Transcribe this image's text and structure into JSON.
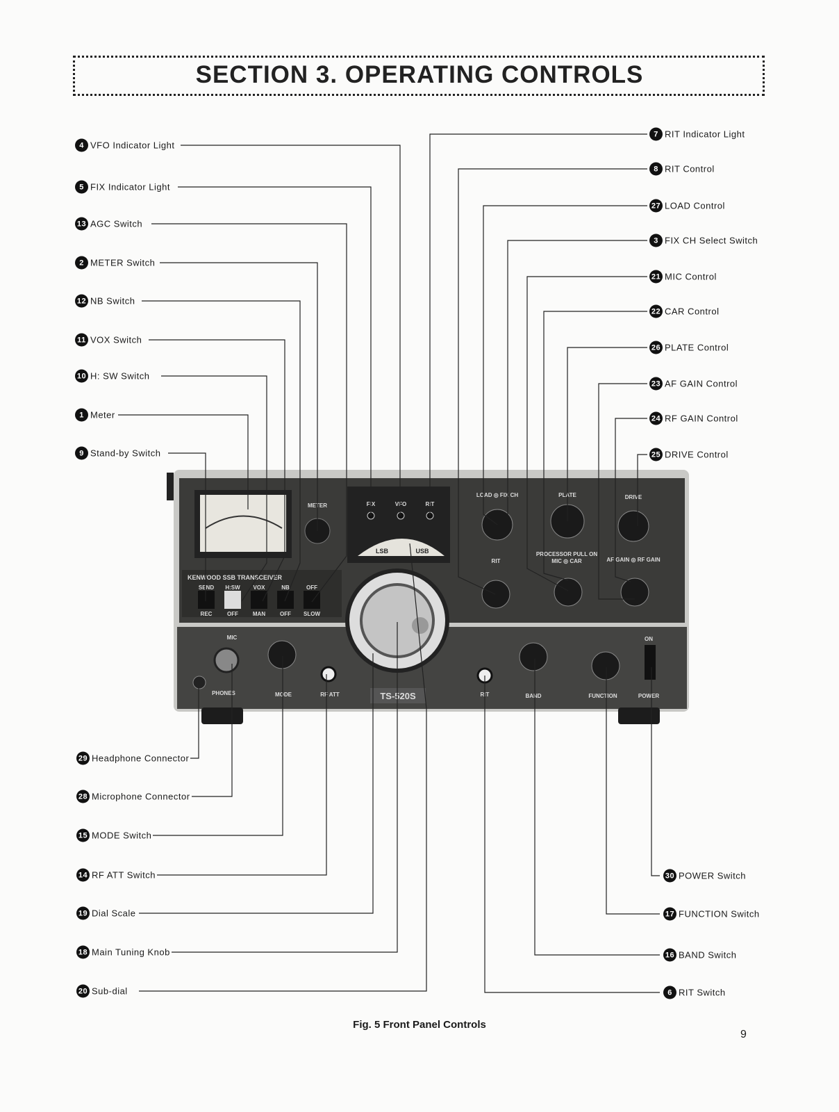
{
  "title": "SECTION 3. OPERATING CONTROLS",
  "caption": "Fig. 5 Front Panel Controls",
  "page_number": "9",
  "labels_left": [
    {
      "num": "4",
      "text": "VFO Indicator Light"
    },
    {
      "num": "5",
      "text": "FIX Indicator Light"
    },
    {
      "num": "13",
      "text": "AGC Switch"
    },
    {
      "num": "2",
      "text": "METER Switch"
    },
    {
      "num": "12",
      "text": "NB Switch"
    },
    {
      "num": "11",
      "text": "VOX Switch"
    },
    {
      "num": "10",
      "text": "H: SW Switch"
    },
    {
      "num": "1",
      "text": "Meter"
    },
    {
      "num": "9",
      "text": "Stand-by Switch"
    }
  ],
  "labels_right": [
    {
      "num": "7",
      "text": "RIT Indicator Light"
    },
    {
      "num": "8",
      "text": "RIT Control"
    },
    {
      "num": "27",
      "text": "LOAD Control"
    },
    {
      "num": "3",
      "text": "FIX CH Select Switch"
    },
    {
      "num": "21",
      "text": "MIC Control"
    },
    {
      "num": "22",
      "text": "CAR Control"
    },
    {
      "num": "26",
      "text": "PLATE Control"
    },
    {
      "num": "23",
      "text": "AF GAIN Control"
    },
    {
      "num": "24",
      "text": "RF GAIN Control"
    },
    {
      "num": "25",
      "text": "DRIVE Control"
    }
  ],
  "labels_bottom_left": [
    {
      "num": "29",
      "text": "Headphone Connector"
    },
    {
      "num": "28",
      "text": "Microphone Connector"
    },
    {
      "num": "15",
      "text": "MODE Switch"
    },
    {
      "num": "14",
      "text": "RF ATT Switch"
    },
    {
      "num": "19",
      "text": "Dial Scale"
    },
    {
      "num": "18",
      "text": "Main Tuning Knob"
    },
    {
      "num": "20",
      "text": "Sub-dial"
    }
  ],
  "labels_bottom_right": [
    {
      "num": "30",
      "text": "POWER Switch"
    },
    {
      "num": "17",
      "text": "FUNCTION Switch"
    },
    {
      "num": "16",
      "text": "BAND Switch"
    },
    {
      "num": "6",
      "text": "RIT Switch"
    }
  ],
  "panel": {
    "brand": "KENWOOD SSB TRANSCEIVER",
    "model": "TS-520S",
    "meter": "METER",
    "fix": "FIX",
    "vfo": "VFO",
    "rit_lamp": "RIT",
    "load_fixch": "LOAD ◎ FIX CH",
    "plate": "PLATE",
    "drive": "DRIVE",
    "rit": "RIT",
    "processor": "PROCESSOR PULL ON",
    "mic_car": "MIC ◎ CAR",
    "af_rf": "AF GAIN ◎ RF GAIN",
    "mic": "MIC",
    "phones": "PHONES",
    "mode": "MODE",
    "rf_att": "RF ATT",
    "band": "BAND",
    "function": "FUNCTION",
    "power": "POWER",
    "on": "ON",
    "off": "OFF",
    "switch_top": [
      "SEND",
      "H:SW",
      "VOX",
      "NB",
      "OFF"
    ],
    "switch_bottom": [
      "REC",
      "OFF",
      "MAN",
      "OFF",
      "SLOW"
    ],
    "dial_lsb": "LSB",
    "dial_usb": "USB"
  }
}
